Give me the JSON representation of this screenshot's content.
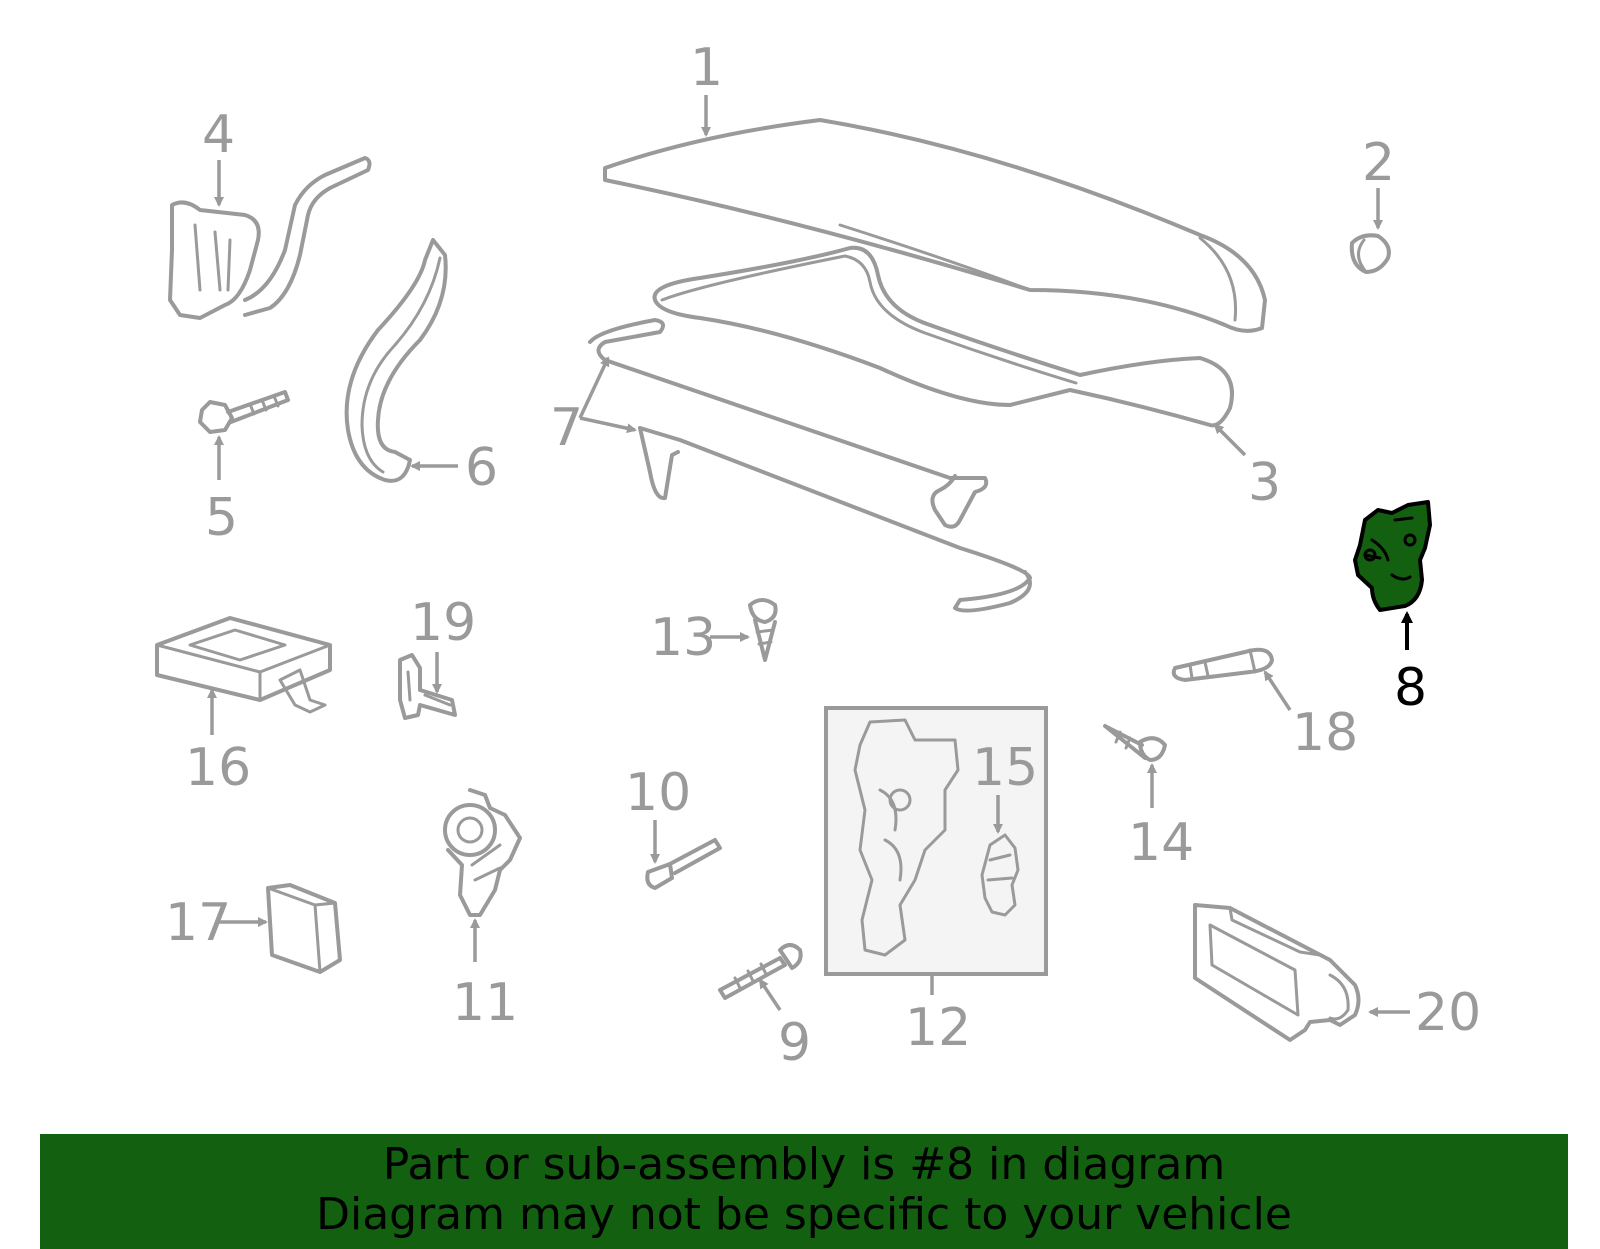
{
  "diagram": {
    "highlighted_part": "8",
    "highlight_color": "#126010",
    "callouts": {
      "c1": "1",
      "c2": "2",
      "c3": "3",
      "c4": "4",
      "c5": "5",
      "c6": "6",
      "c7": "7",
      "c8": "8",
      "c9": "9",
      "c10": "10",
      "c11": "11",
      "c12": "12",
      "c13": "13",
      "c14": "14",
      "c15": "15",
      "c16": "16",
      "c17": "17",
      "c18": "18",
      "c19": "19",
      "c20": "20"
    }
  },
  "banner": {
    "line1": "Part or sub-assembly is #8 in diagram",
    "line2": "Diagram may not be specific to your vehicle",
    "background": "#126010"
  }
}
